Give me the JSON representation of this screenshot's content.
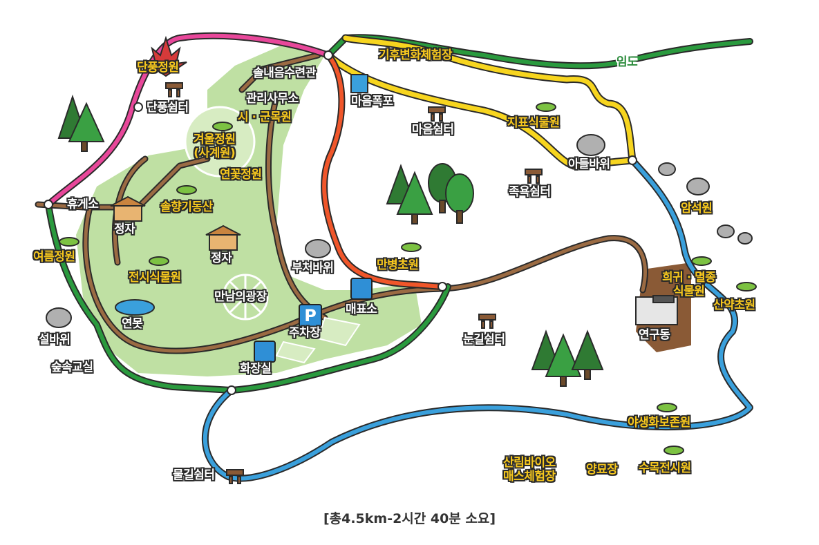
{
  "labels": {
    "danpung_garden": "단풍정원",
    "danpung_rest": "단풍쉼터",
    "solnae_hall": "솔내음수련관",
    "climate_exp": "기후변화체험장",
    "forest_road": "임도",
    "office": "관리사무소",
    "city_tree": "시 · 군목원",
    "winter_garden": "겨울정원\n(사계원)",
    "flower_garden": "연꽃정원",
    "maeum_falls": "마음폭포",
    "maeum_rest": "마음쉼터",
    "indicator_garden": "지표식물원",
    "son_rock": "아들바위",
    "foot_rest": "족욕쉼터",
    "rock_garden": "암석원",
    "rest_area": "휴게소",
    "pavilion1": "정자",
    "pine_hill": "솔향기동산",
    "pavilion2": "정자",
    "summer_garden": "여름정원",
    "couple_rock": "부처바위",
    "manbyeong": "만병초원",
    "display_garden": "전시식물원",
    "plaza": "만남의광장",
    "ticket": "매표소",
    "rare_garden": "희귀 · 멸종\n식물원",
    "herb_garden": "산약초원",
    "pond": "연못",
    "parking": "주차장",
    "seol_rock": "설바위",
    "eye_rest": "눈길쉼터",
    "research": "연구동",
    "forest_class": "숲속교실",
    "restroom": "화장실",
    "wildlife_garden": "야생화보존원",
    "water_rest": "물길쉼터",
    "biomass": "산림바이오\n매스체험장",
    "nursery": "양묘장",
    "tree_display": "수목전시원"
  },
  "icons": {
    "parking_symbol": "P"
  },
  "footer": "[총4.5km-2시간 40분 소요]",
  "colors": {
    "route_pink": "#e8479a",
    "route_green": "#2a9a3e",
    "route_yellow": "#f7d51f",
    "route_orange": "#f0562a",
    "route_blue": "#3aa0dc",
    "route_brown": "#9b6b43",
    "garden_fill": "#bfe0a3"
  }
}
